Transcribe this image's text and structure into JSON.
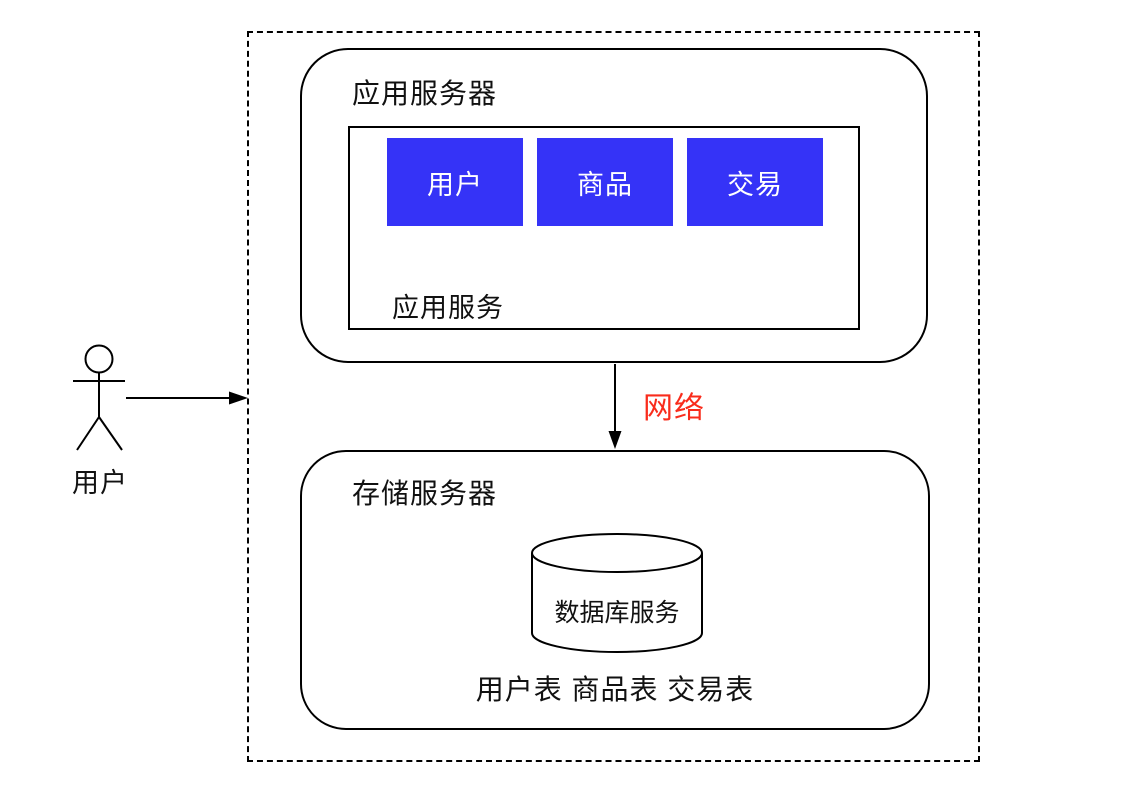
{
  "diagram": {
    "background_color": "#ffffff",
    "boundary_style": "dashed"
  },
  "actor": {
    "label": "用户",
    "icon": "stick-figure-icon"
  },
  "app_server": {
    "title": "应用服务器",
    "service_box": {
      "label": "应用服务",
      "modules": [
        {
          "label": "用户"
        },
        {
          "label": "商品"
        },
        {
          "label": "交易"
        }
      ],
      "module_color": "#3533F7",
      "module_text_color": "#ffffff"
    }
  },
  "network_link": {
    "label": "网络",
    "label_color": "#F92C1C",
    "direction": "app_server -> storage_server"
  },
  "storage_server": {
    "title": "存储服务器",
    "database": {
      "label": "数据库服务",
      "icon": "database-cylinder-icon"
    },
    "tables_label": "用户表 商品表 交易表"
  }
}
